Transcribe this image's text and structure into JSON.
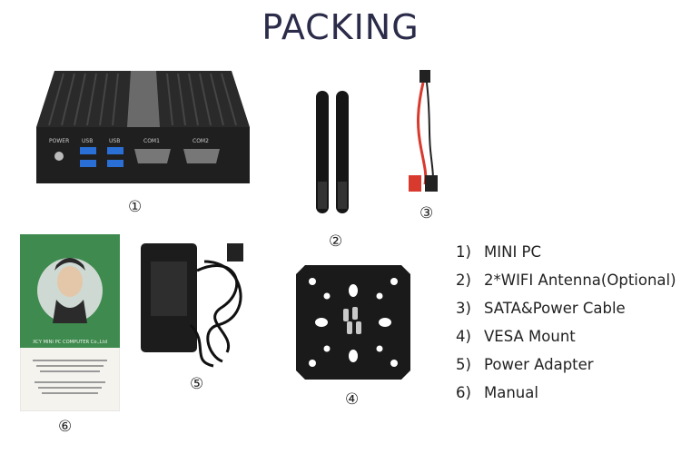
{
  "title": "PACKING",
  "item_numbers": [
    "①",
    "②",
    "③",
    "④",
    "⑤",
    "⑥"
  ],
  "pc_labels": {
    "power": "POWER",
    "usb1": "USB",
    "usb2": "USB",
    "com1": "COM1",
    "com2": "COM2"
  },
  "manual_brand": "XCY MINI PC COMPUTER Co.,Ltd",
  "legend": [
    {
      "index": "1)",
      "label": "MINI PC"
    },
    {
      "index": "2)",
      "label": "2*WIFI Antenna(Optional)"
    },
    {
      "index": "3)",
      "label": "SATA&Power Cable"
    },
    {
      "index": "4)",
      "label": "VESA Mount"
    },
    {
      "index": "5)",
      "label": "Power Adapter"
    },
    {
      "index": "6)",
      "label": "Manual"
    }
  ],
  "colors": {
    "title": "#2b2b4a",
    "chassis": "#1f1f1f",
    "usb_blue": "#2a6fd6",
    "sata_red": "#d83a2e",
    "manual_green": "#3f8a4e"
  }
}
